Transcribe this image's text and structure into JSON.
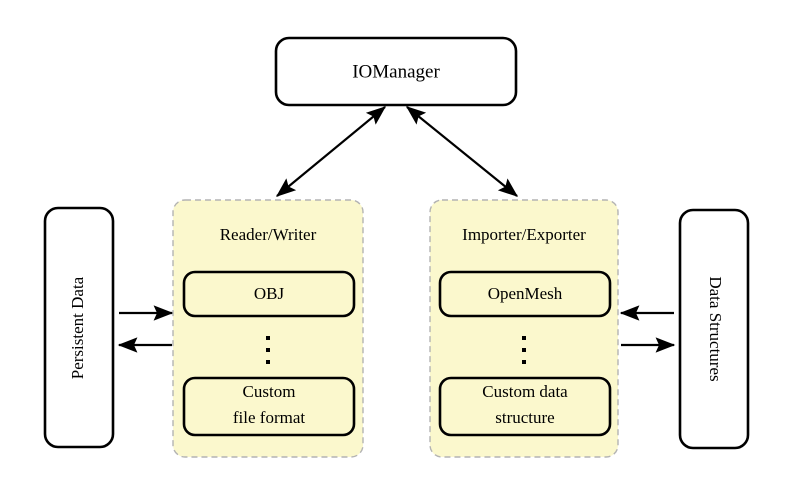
{
  "diagram": {
    "title": "IOManager architecture diagram",
    "background_color": "#ffffff",
    "palette": {
      "panel_fill": "#fbf8cd",
      "panel_border": "#b3b3b3",
      "node_fill": "#ffffff",
      "node_border": "#000000",
      "line": "#000000"
    },
    "manager": {
      "label": "IOManager"
    },
    "left_side": {
      "label": "Persistent Data",
      "orientation": "rotated-ccw"
    },
    "right_side": {
      "label": "Data Structures",
      "orientation": "rotated-cw"
    },
    "groups": [
      {
        "id": "reader-writer",
        "label": "Reader/Writer",
        "items": [
          {
            "id": "obj",
            "lines": [
              "OBJ"
            ]
          },
          {
            "id": "ellipsis",
            "lines": [
              "⋮"
            ]
          },
          {
            "id": "custom-file-format",
            "lines": [
              "Custom",
              "file format"
            ]
          }
        ]
      },
      {
        "id": "importer-exporter",
        "label": "Importer/Exporter",
        "items": [
          {
            "id": "openmesh",
            "lines": [
              "OpenMesh"
            ]
          },
          {
            "id": "ellipsis",
            "lines": [
              "⋮"
            ]
          },
          {
            "id": "custom-data-structure",
            "lines": [
              "Custom data",
              "structure"
            ]
          }
        ]
      }
    ],
    "connections": [
      {
        "id": "manager-readerwriter",
        "from": "IOManager",
        "to": "Reader/Writer",
        "arrow": "both"
      },
      {
        "id": "manager-importerexporter",
        "from": "IOManager",
        "to": "Importer/Exporter",
        "arrow": "both"
      },
      {
        "id": "persistentdata-to-readerwriter",
        "from": "Persistent Data",
        "to": "Reader/Writer",
        "arrow": "forward"
      },
      {
        "id": "readerwriter-to-persistentdata",
        "from": "Reader/Writer",
        "to": "Persistent Data",
        "arrow": "forward"
      },
      {
        "id": "datastructures-to-importerexporter",
        "from": "Data Structures",
        "to": "Importer/Exporter",
        "arrow": "forward"
      },
      {
        "id": "importerexporter-to-datastructures",
        "from": "Importer/Exporter",
        "to": "Data Structures",
        "arrow": "forward"
      }
    ]
  }
}
